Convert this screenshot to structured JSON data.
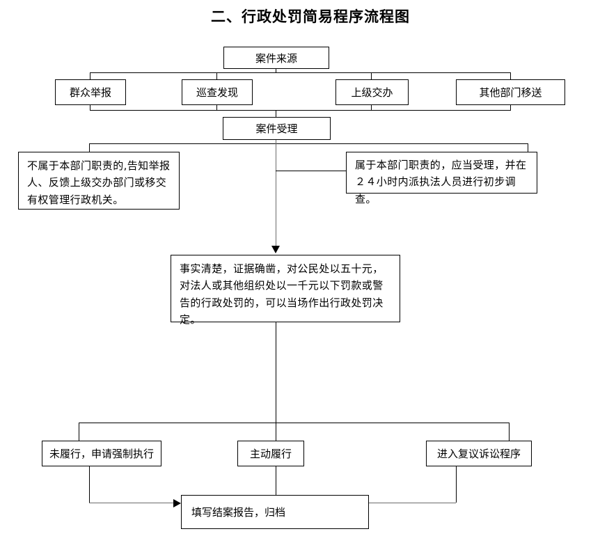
{
  "title": "二、行政处罚简易程序流程图",
  "nodes": {
    "case_source": "案件来源",
    "sources": [
      "群众举报",
      "巡查发现",
      "上级交办",
      "其他部门移送"
    ],
    "case_accept": "案件受理",
    "not_duty": "不属于本部门职责的,告知举报人、反馈上级交办部门或移交有权管理行政机关。",
    "is_duty": "属于本部门职责的，应当受理，并在２４小时内派执法人员进行初步调查。",
    "on_site_decision": "事实清楚，证据确凿，对公民处以五十元，对法人或其他组织处以一千元以下罚款或警告的行政处罚的，可以当场作出行政处罚决定。",
    "outcomes": [
      "未履行，申请强制执行",
      "主动履行",
      "进入复议诉讼程序"
    ],
    "closing": "填写结案报告，归档"
  },
  "colors": {
    "stroke": "#000000",
    "connector_gray": "#6b6b6b",
    "background": "#ffffff"
  }
}
